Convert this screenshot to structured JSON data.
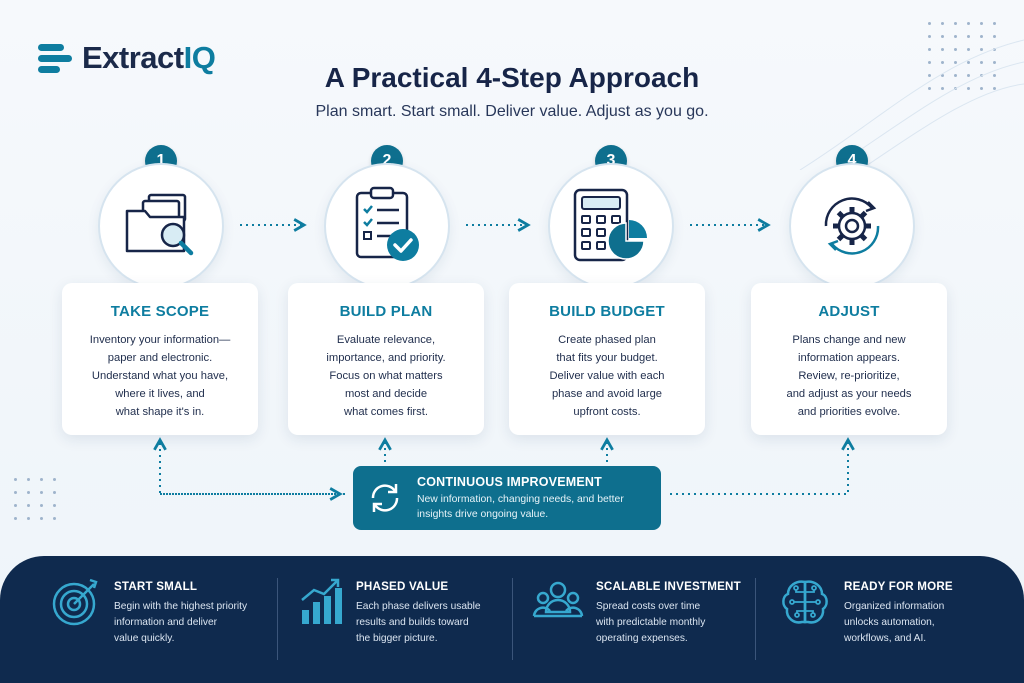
{
  "brand": {
    "name_part1": "Extract",
    "name_part2": "IQ"
  },
  "title": "A Practical 4-Step Approach",
  "subtitle": "Plan smart. Start small. Deliver value. Adjust as you go.",
  "steps": [
    {
      "number": "1",
      "title": "TAKE SCOPE",
      "icon": "folder-search-icon",
      "lines": [
        "Inventory your information—",
        "paper and electronic.",
        "Understand what you have,",
        "where it lives, and",
        "what shape it's in."
      ]
    },
    {
      "number": "2",
      "title": "BUILD PLAN",
      "icon": "clipboard-check-icon",
      "lines": [
        "Evaluate relevance,",
        "importance, and priority.",
        "Focus on what matters",
        "most and decide",
        "what comes first."
      ]
    },
    {
      "number": "3",
      "title": "BUILD BUDGET",
      "icon": "calculator-pie-icon",
      "lines": [
        "Create phased plan",
        "that fits your budget.",
        "Deliver value with each",
        "phase and avoid large",
        "upfront costs."
      ]
    },
    {
      "number": "4",
      "title": "ADJUST",
      "icon": "gear-cycle-icon",
      "lines": [
        "Plans change and new",
        "information appears.",
        "Review, re-prioritize,",
        "and adjust as your needs",
        "and priorities evolve."
      ]
    }
  ],
  "continuous": {
    "title": "CONTINUOUS IMPROVEMENT",
    "lines": [
      "New information, changing needs, and better",
      "insights drive ongoing value."
    ],
    "icon": "refresh-icon"
  },
  "footer": [
    {
      "title": "START SMALL",
      "icon": "target-icon",
      "lines": [
        "Begin with the highest priority",
        "information and deliver",
        "value quickly."
      ]
    },
    {
      "title": "PHASED VALUE",
      "icon": "growth-chart-icon",
      "lines": [
        "Each phase delivers usable",
        "results and builds toward",
        "the bigger picture."
      ]
    },
    {
      "title": "SCALABLE INVESTMENT",
      "icon": "people-group-icon",
      "lines": [
        "Spread costs over time",
        "with predictable monthly",
        "operating expenses."
      ]
    },
    {
      "title": "READY FOR MORE",
      "icon": "brain-circuit-icon",
      "lines": [
        "Organized information",
        "unlocks automation,",
        "workflows, and AI."
      ]
    }
  ],
  "colors": {
    "accent": "#0e7da0",
    "navy": "#0f2a4e",
    "teal_box": "#0e6f8e",
    "ink": "#172548"
  }
}
